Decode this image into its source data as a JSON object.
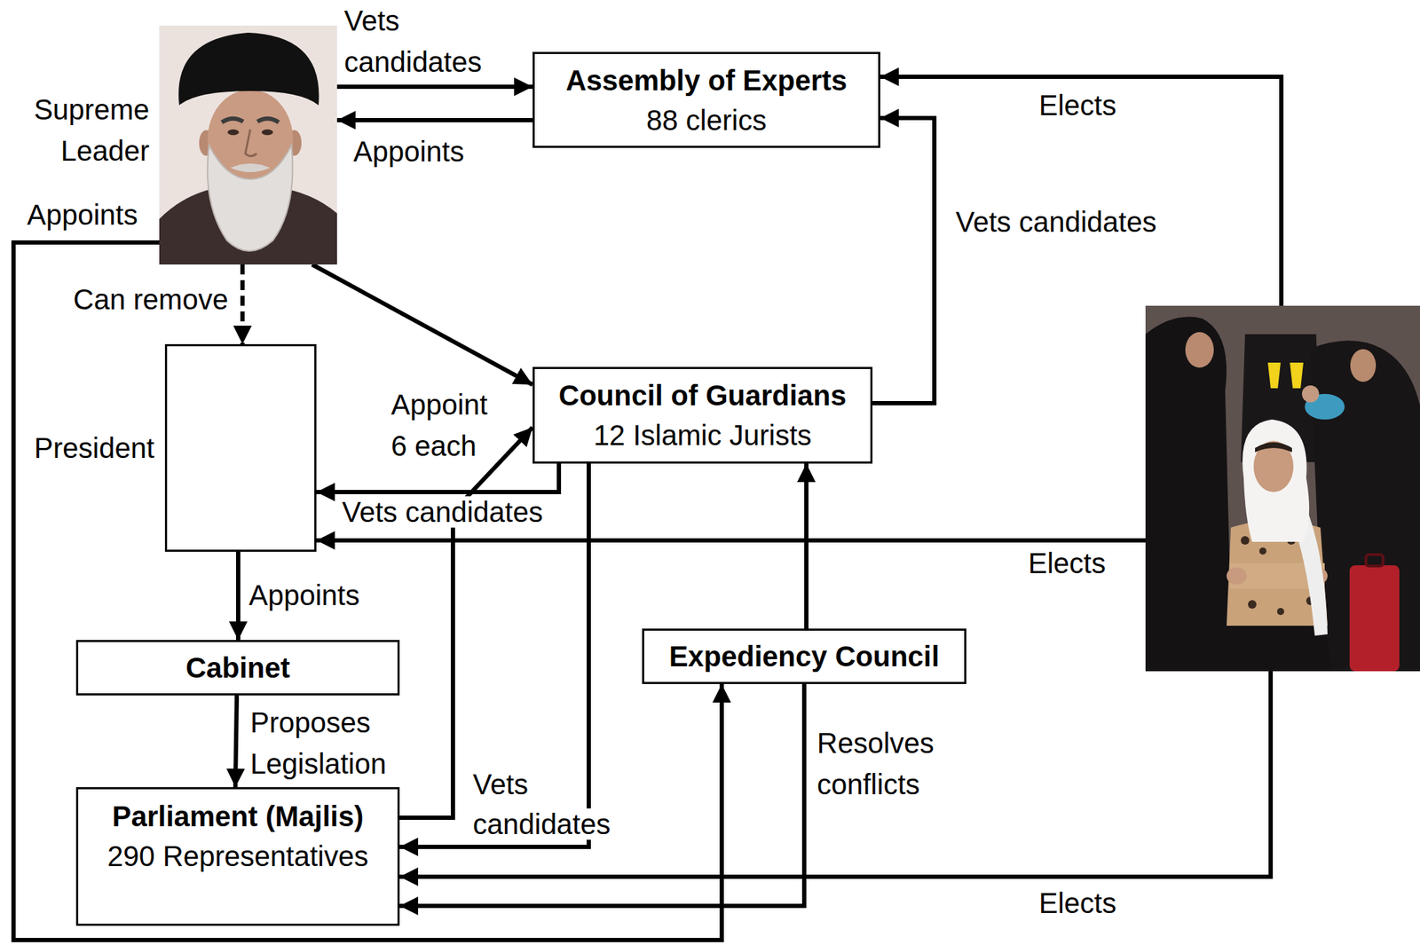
{
  "diagram": {
    "nodes": [
      {
        "text": [
          "Supreme Leader"
        ]
      },
      {
        "text": [
          "Assembly of Experts",
          "88 clerics"
        ]
      },
      {
        "text": [
          "President"
        ]
      },
      {
        "text": [
          "Council of Guardians",
          "12 Islamic Jurists"
        ]
      },
      {
        "text": []
      },
      {
        "text": [
          "Cabinet"
        ]
      },
      {
        "text": [
          "Expediency Council"
        ]
      },
      {
        "text": [
          "Parliament (Majlis)",
          "290 Representatives"
        ]
      }
    ],
    "edges": [
      {
        "from": 0,
        "to": 1,
        "label": "Vets candidates",
        "arrow": "to"
      },
      {
        "from": 1,
        "to": 0,
        "label": "Appoints",
        "arrow": "to"
      },
      {
        "from": 0,
        "to": 6,
        "label": "Appoints",
        "arrow": "to"
      },
      {
        "from": 0,
        "to": 2,
        "label": "Can remove",
        "arrow": "to"
      },
      {
        "from": 0,
        "to": 3,
        "arrow": "to"
      },
      {
        "from": 7,
        "to": 3,
        "label": "Appoint 6 each",
        "arrow": "to"
      },
      {
        "from": 3,
        "to": 1,
        "label": "Vets candidates",
        "arrow": "to"
      },
      {
        "from": 3,
        "to": 2,
        "label": "Vets candidates",
        "arrow": "to"
      },
      {
        "from": 3,
        "to": 7,
        "label": "Vets candidates",
        "arrow": "to"
      },
      {
        "from": 4,
        "to": 1,
        "label": "Elects",
        "arrow": "to"
      },
      {
        "from": 4,
        "to": 2,
        "label": "Elects",
        "arrow": "to"
      },
      {
        "from": 4,
        "to": 7,
        "label": "Elects",
        "arrow": "to"
      },
      {
        "from": 2,
        "to": 5,
        "label": "Appoints",
        "arrow": "to"
      },
      {
        "from": 5,
        "to": 7,
        "label": "Proposes Legislation",
        "arrow": "to"
      },
      {
        "from": 6,
        "to": 3,
        "arrow": "to"
      },
      {
        "from": 6,
        "to": 7,
        "label": "Resolves conflicts",
        "arrow": "to"
      }
    ]
  }
}
